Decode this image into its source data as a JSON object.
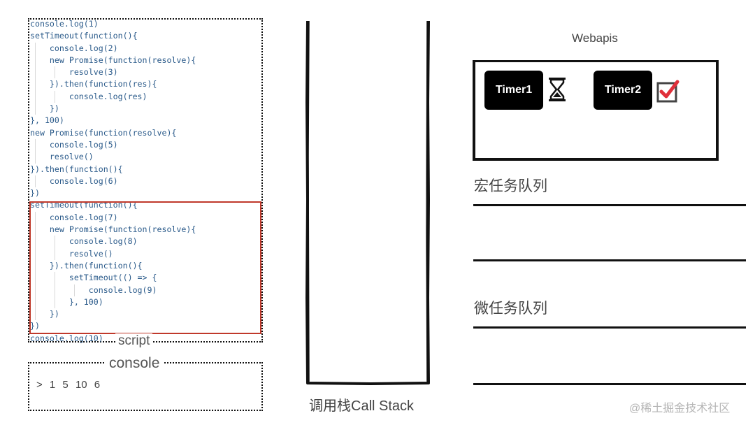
{
  "script": {
    "label": "script",
    "code_lines": [
      "console.log(1)",
      "setTimeout(function(){",
      "    console.log(2)",
      "    new Promise(function(resolve){",
      "        resolve(3)",
      "    }).then(function(res){",
      "        console.log(res)",
      "    })",
      "}, 100)",
      "new Promise(function(resolve){",
      "    console.log(5)",
      "    resolve()",
      "}).then(function(){",
      "    console.log(6)",
      "})",
      "setTimeout(function(){",
      "    console.log(7)",
      "    new Promise(function(resolve){",
      "        console.log(8)",
      "        resolve()",
      "    }).then(function(){",
      "        setTimeout(() => {",
      "            console.log(9)",
      "        }, 100)",
      "    })",
      "})",
      "console.log(10)"
    ]
  },
  "console": {
    "label": "console",
    "output": "> 1  5  10   6"
  },
  "call_stack": {
    "label": "调用栈Call Stack"
  },
  "webapis": {
    "title": "Webapis",
    "timers": [
      {
        "name": "Timer1",
        "status_icon": "hourglass-icon"
      },
      {
        "name": "Timer2",
        "status_icon": "checked-box-icon",
        "accent": "#e0303a"
      }
    ]
  },
  "queues": {
    "macro_label": "宏任务队列",
    "micro_label": "微任务队列"
  },
  "watermark": "@稀土掘金技术社区",
  "colors": {
    "highlight_border": "#c0392b",
    "timer_bg": "#000000",
    "check_red": "#e0303a"
  }
}
